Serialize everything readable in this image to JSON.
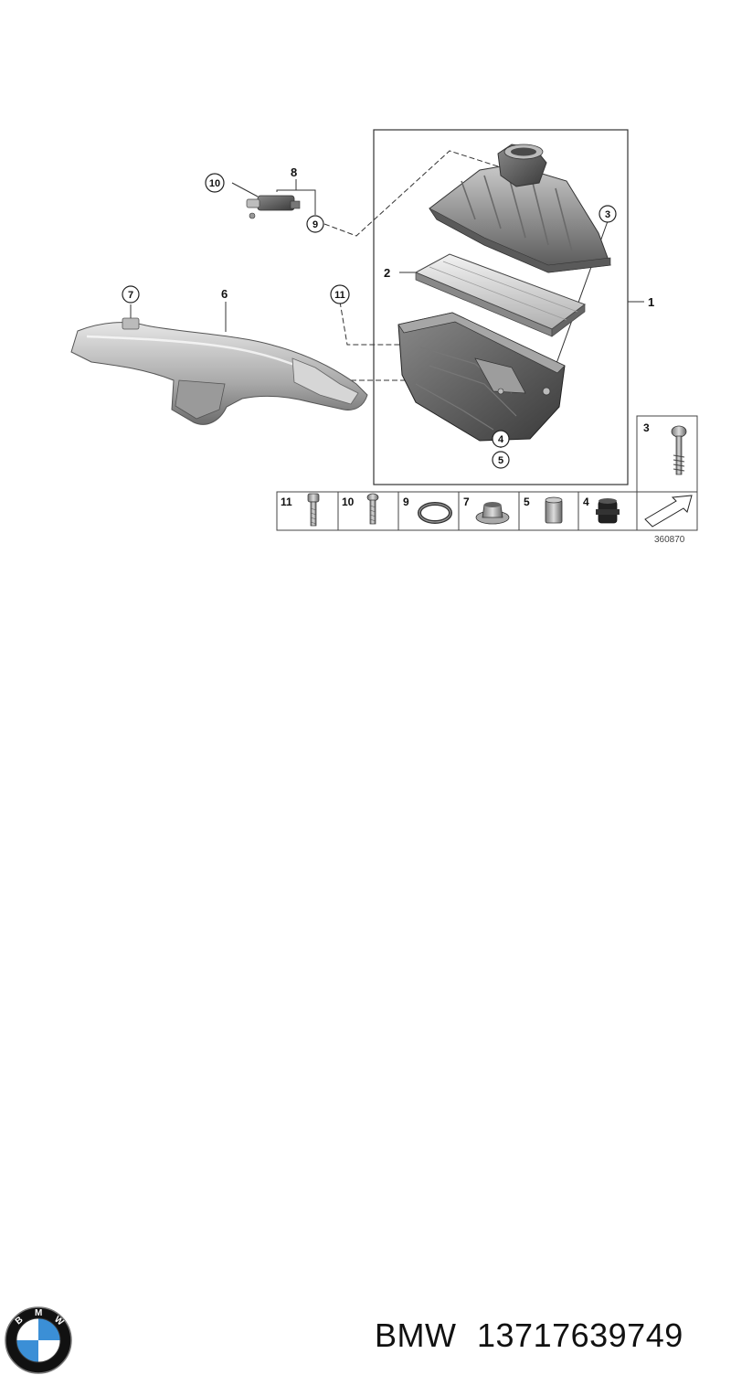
{
  "callouts": {
    "c1": "1",
    "c2": "2",
    "c3": "3",
    "c4": "4",
    "c5": "5",
    "c6": "6",
    "c7": "7",
    "c8": "8",
    "c9": "9",
    "c10": "10",
    "c11": "11"
  },
  "parts_strip": [
    {
      "num": "11",
      "icon": "bolt-icon"
    },
    {
      "num": "10",
      "icon": "screw-icon"
    },
    {
      "num": "9",
      "icon": "o-ring-icon"
    },
    {
      "num": "7",
      "icon": "nut-icon"
    },
    {
      "num": "5",
      "icon": "sleeve-icon"
    },
    {
      "num": "4",
      "icon": "grommet-icon"
    },
    {
      "num": "3",
      "icon": "mounting-screw-icon"
    }
  ],
  "diagram_id": "360870",
  "footer": {
    "brand": "BMW",
    "part_number": "13717639749",
    "logo_colors": {
      "blue": "#3b8fd6",
      "black": "#111111",
      "white": "#ffffff"
    }
  }
}
